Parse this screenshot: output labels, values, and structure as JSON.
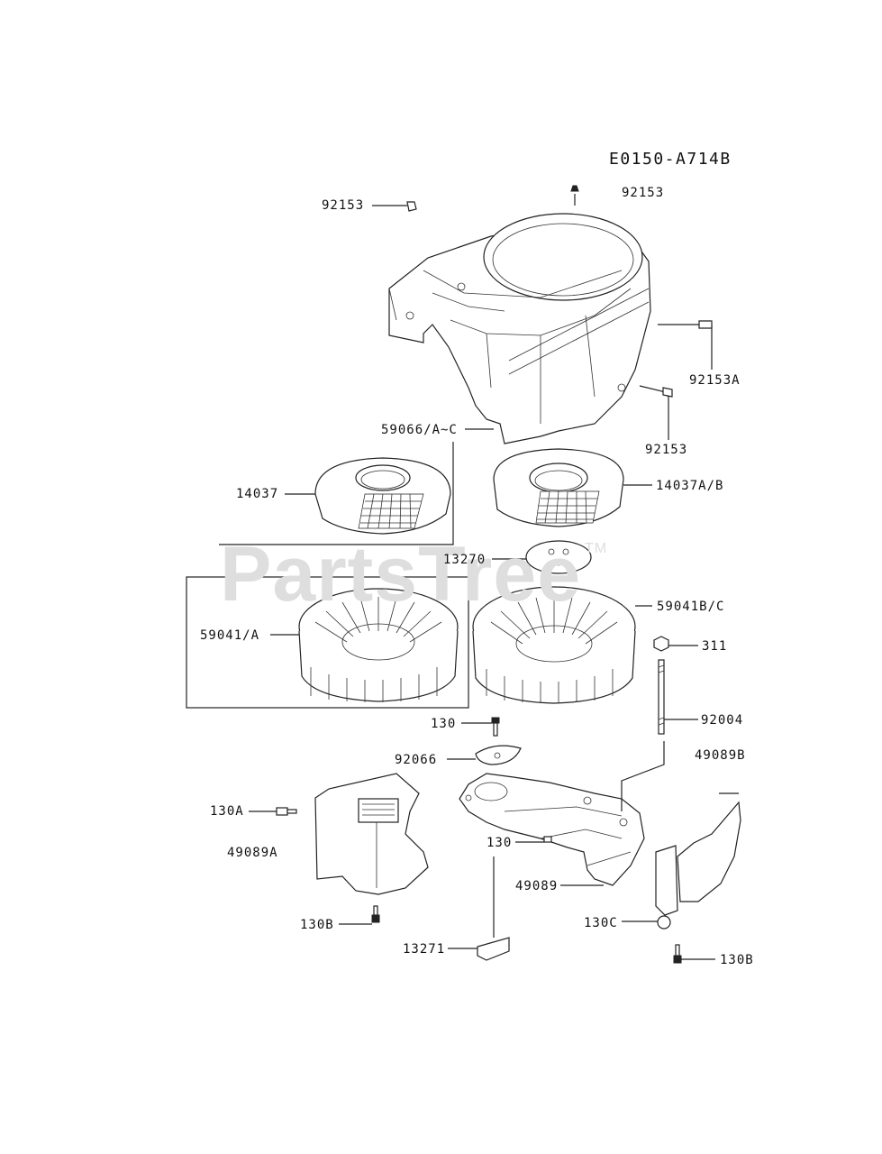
{
  "drawing_code": "E0150-A714B",
  "watermark": {
    "brand": "PartsTree",
    "trademark": "TM"
  },
  "parts": [
    {
      "id": "p92153_top",
      "number": "92153"
    },
    {
      "id": "p92153_left",
      "number": "92153"
    },
    {
      "id": "p92153A",
      "number": "92153A"
    },
    {
      "id": "p92153_right",
      "number": "92153"
    },
    {
      "id": "p59066",
      "number": "59066/A~C"
    },
    {
      "id": "p14037",
      "number": "14037"
    },
    {
      "id": "p14037AB",
      "number": "14037A/B"
    },
    {
      "id": "p13270",
      "number": "13270"
    },
    {
      "id": "p59041BC",
      "number": "59041B/C"
    },
    {
      "id": "p59041A",
      "number": "59041/A"
    },
    {
      "id": "p311",
      "number": "311"
    },
    {
      "id": "p92004",
      "number": "92004"
    },
    {
      "id": "p130_top",
      "number": "130"
    },
    {
      "id": "p92066",
      "number": "92066"
    },
    {
      "id": "p49089B",
      "number": "49089B"
    },
    {
      "id": "p130A",
      "number": "130A"
    },
    {
      "id": "p49089A",
      "number": "49089A"
    },
    {
      "id": "p130_mid",
      "number": "130"
    },
    {
      "id": "p49089",
      "number": "49089"
    },
    {
      "id": "p130C",
      "number": "130C"
    },
    {
      "id": "p130B_left",
      "number": "130B"
    },
    {
      "id": "p13271",
      "number": "13271"
    },
    {
      "id": "p130B_right",
      "number": "130B"
    }
  ]
}
